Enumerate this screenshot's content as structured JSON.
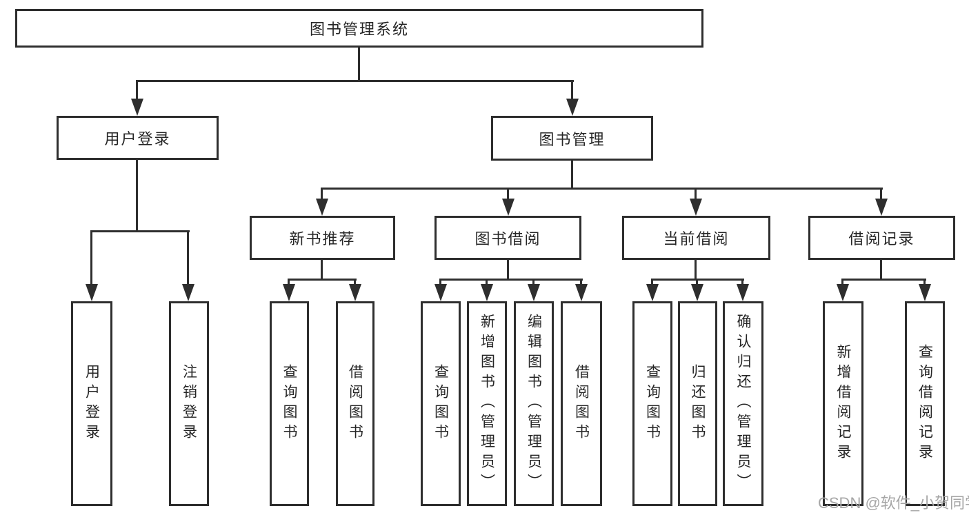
{
  "diagram_title": "图书管理系统",
  "tree": {
    "label": "图书管理系统",
    "children": [
      {
        "label": "用户登录",
        "children": [
          {
            "label": "用户登录"
          },
          {
            "label": "注销登录"
          }
        ]
      },
      {
        "label": "图书管理",
        "children": [
          {
            "label": "新书推荐",
            "children": [
              {
                "label": "查询图书"
              },
              {
                "label": "借阅图书"
              }
            ]
          },
          {
            "label": "图书借阅",
            "children": [
              {
                "label": "查询图书"
              },
              {
                "label": "新增图书（管理员）"
              },
              {
                "label": "编辑图书（管理员）"
              },
              {
                "label": "借阅图书"
              }
            ]
          },
          {
            "label": "当前借阅",
            "children": [
              {
                "label": "查询图书"
              },
              {
                "label": "归还图书"
              },
              {
                "label": "确认归还（管理员）"
              }
            ]
          },
          {
            "label": "借阅记录",
            "children": [
              {
                "label": "新增借阅记录"
              },
              {
                "label": "查询借阅记录"
              }
            ]
          }
        ]
      }
    ]
  },
  "watermark": {
    "text": "CSDN @软件_小贺同学"
  },
  "colors": {
    "line": "#2e2e2e",
    "text": "#262626",
    "background": "#ffffff",
    "watermark": "#a6a6a6"
  }
}
